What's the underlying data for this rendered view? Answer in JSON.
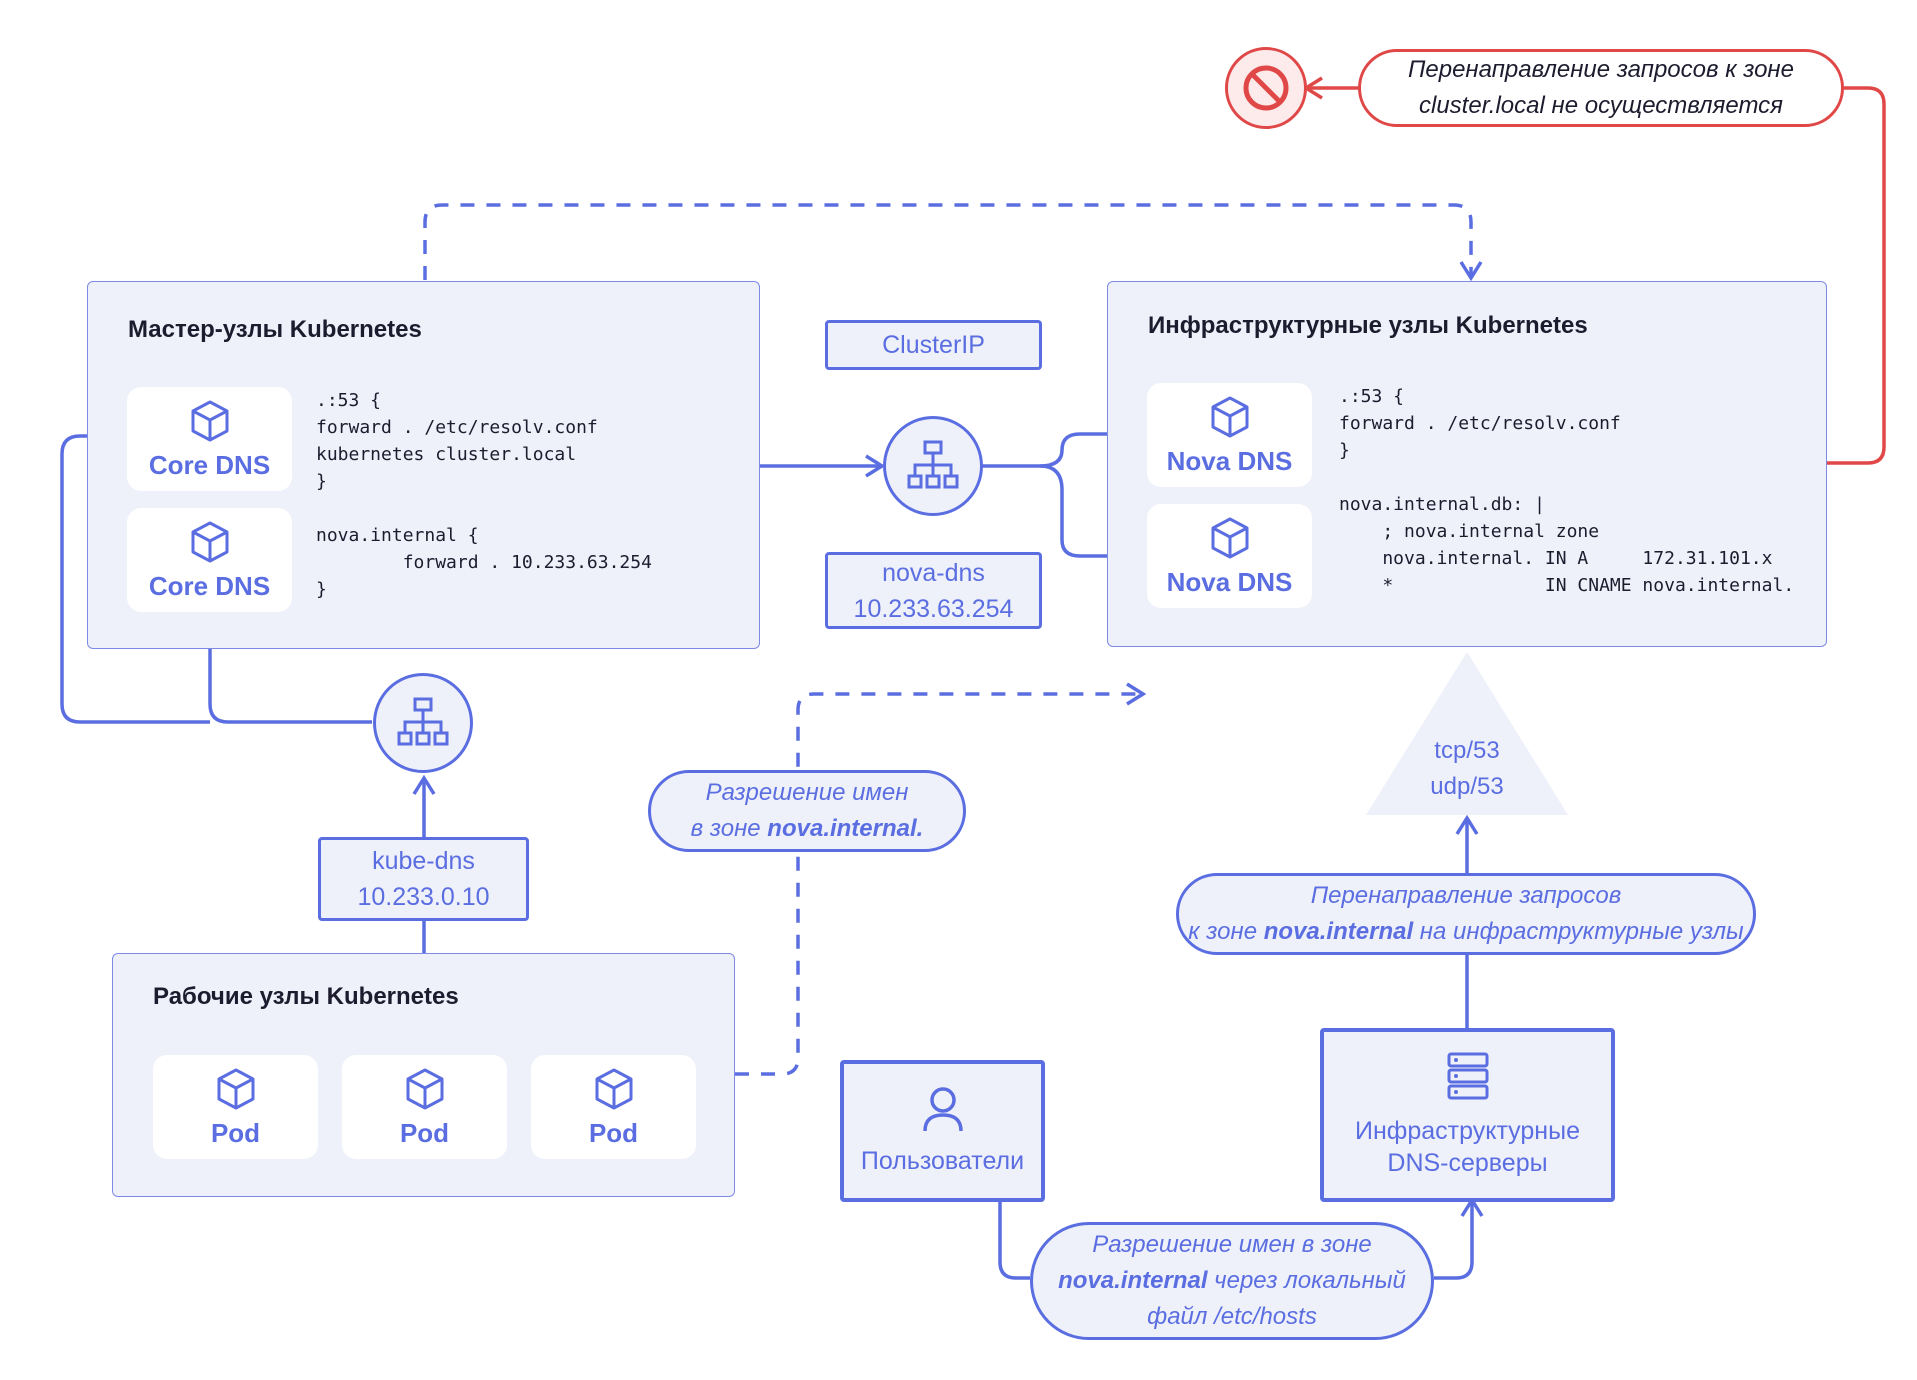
{
  "colors": {
    "accent": "#5b6ee1",
    "panel": "#eef0fa",
    "panel_border": "#7d8be6",
    "danger": "#e04848",
    "text": "#1c1c2e"
  },
  "master": {
    "title": "Мастер-узлы Kubernetes",
    "cards": [
      {
        "label": "Core DNS",
        "icon": "cube-icon"
      },
      {
        "label": "Core DNS",
        "icon": "cube-icon"
      }
    ],
    "config1": ".:53 {\nforward . /etc/resolv.conf\nkubernetes cluster.local\n}",
    "config2": "nova.internal {\n        forward . 10.233.63.254\n}"
  },
  "infra": {
    "title": "Инфраструктурные узлы Kubernetes",
    "cards": [
      {
        "label": "Nova DNS",
        "icon": "cube-icon"
      },
      {
        "label": "Nova DNS",
        "icon": "cube-icon"
      }
    ],
    "config1": ".:53 {\nforward . /etc/resolv.conf\n}",
    "config2": "nova.internal.db: |\n    ; nova.internal zone\n    nova.internal. IN A     172.31.101.x\n    *              IN CNAME nova.internal."
  },
  "workers": {
    "title": "Рабочие узлы Kubernetes",
    "pods": [
      {
        "label": "Pod",
        "icon": "cube-icon"
      },
      {
        "label": "Pod",
        "icon": "cube-icon"
      },
      {
        "label": "Pod",
        "icon": "cube-icon"
      }
    ]
  },
  "clusterip": {
    "label": "ClusterIP"
  },
  "nova_dns_service": {
    "name": "nova-dns",
    "ip": "10.233.63.254"
  },
  "kube_dns_service": {
    "name": "kube-dns",
    "ip": "10.233.0.10"
  },
  "users": {
    "label": "Пользователи",
    "icon": "user-icon"
  },
  "infra_dns_servers": {
    "line1": "Инфраструктурные",
    "line2": "DNS-серверы",
    "icon": "server-icon"
  },
  "ports": {
    "tcp": "tcp/53",
    "udp": "udp/53"
  },
  "notes": {
    "no_forward": {
      "line1": "Перенаправление запросов к зоне",
      "line2": "cluster.local не осуществляется"
    },
    "name_resolution": {
      "line1": "Разрешение имен",
      "line2_prefix": "в зоне ",
      "line2_bold": "nova.internal."
    },
    "forwarding": {
      "line1": "Перенаправление запросов",
      "line2_prefix": "к зоне ",
      "line2_bold": "nova.internal",
      "line2_suffix": " на инфраструктурные узлы"
    },
    "hosts": {
      "line1": "Разрешение имен в зоне",
      "line2_bold": "nova.internal",
      "line2_suffix": " через локальный",
      "line3": "файл /etc/hosts"
    }
  }
}
